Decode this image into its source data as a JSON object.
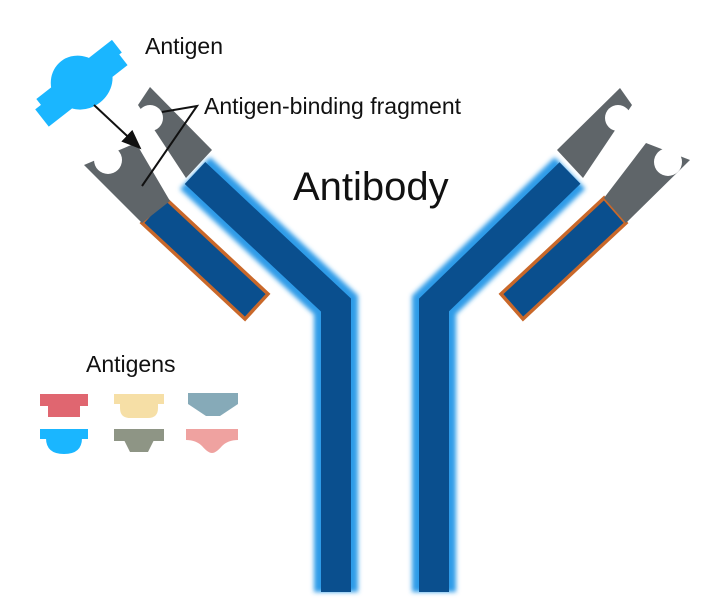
{
  "labels": {
    "antigen": "Antigen",
    "fab": "Antigen-binding fragment",
    "antibody": "Antibody",
    "antigens": "Antigens"
  },
  "colors": {
    "heavy_chain_fill": "#0a4f8e",
    "heavy_chain_glow": "#2f9be8",
    "light_chain_fill": "#0a4f8e",
    "light_chain_border": "#c9682a",
    "variable_region": "#5f6569",
    "antigen_bound": "#1ab6ff",
    "antigen_red": "#e06670",
    "antigen_tan": "#f6dfa6",
    "antigen_steel": "#86aab8",
    "antigen_blue": "#1ab6ff",
    "antigen_olive": "#8e9585",
    "antigen_pink": "#efa2a0"
  },
  "antigen_legend": [
    {
      "name": "red-antigen",
      "color": "#e06670"
    },
    {
      "name": "tan-antigen",
      "color": "#f6dfa6"
    },
    {
      "name": "steel-antigen",
      "color": "#86aab8"
    },
    {
      "name": "blue-antigen",
      "color": "#1ab6ff"
    },
    {
      "name": "olive-antigen",
      "color": "#8e9585"
    },
    {
      "name": "pink-antigen",
      "color": "#efa2a0"
    }
  ]
}
